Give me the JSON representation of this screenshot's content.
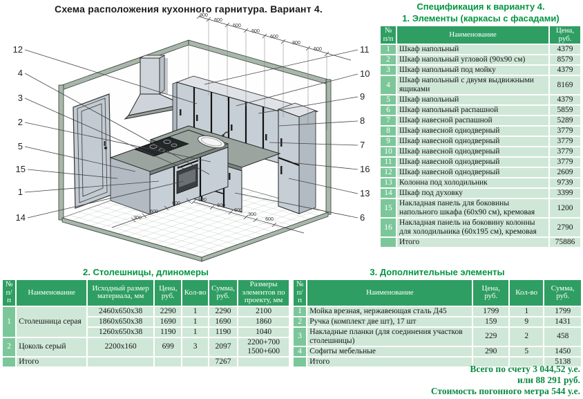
{
  "diagram": {
    "title": "Схема расположения кухонного гарнитура. Вариант 4.",
    "callouts_left": [
      "12",
      "4",
      "3",
      "2",
      "5",
      "15",
      "1",
      "14"
    ],
    "callouts_right": [
      "11",
      "10",
      "9",
      "8",
      "7",
      "16",
      "13",
      "6"
    ],
    "dims_top": [
      "300",
      "600",
      "600",
      "600",
      "600",
      "800",
      "600"
    ],
    "dims_bottom_left": [
      "600",
      "600",
      "300"
    ],
    "dims_bottom_right": [
      "600",
      "600",
      "500",
      "300",
      "600"
    ]
  },
  "spec_table": {
    "title_line1": "Спецификация к варианту 4.",
    "title_line2": "1. Элементы (каркасы с фасадами)",
    "col_num": "№ п/п",
    "col_name": "Наименование",
    "col_price": "Цена, руб.",
    "rows": [
      {
        "num": "1",
        "name": "Шкаф напольный",
        "price": "4379"
      },
      {
        "num": "2",
        "name": "Шкаф напольный угловой (90x90 см)",
        "price": "8579"
      },
      {
        "num": "3",
        "name": "Шкаф напольный под мойку",
        "price": "4379"
      },
      {
        "num": "4",
        "name": "Шкаф напольный с двумя выдвижными ящиками",
        "price": "8169"
      },
      {
        "num": "5",
        "name": "Шкаф напольный",
        "price": "4379"
      },
      {
        "num": "6",
        "name": "Шкаф напольный распашной",
        "price": "5859"
      },
      {
        "num": "7",
        "name": "Шкаф навесной распашной",
        "price": "5289"
      },
      {
        "num": "8",
        "name": "Шкаф навесной однодверный",
        "price": "3779"
      },
      {
        "num": "9",
        "name": "Шкаф навесной однодверный",
        "price": "3779"
      },
      {
        "num": "10",
        "name": "Шкаф навесной однодверный",
        "price": "3779"
      },
      {
        "num": "11",
        "name": "Шкаф навесной однодверный",
        "price": "3779"
      },
      {
        "num": "12",
        "name": "Шкаф навесной однодверный",
        "price": "2609"
      },
      {
        "num": "13",
        "name": "Колонна под холодильник",
        "price": "9739"
      },
      {
        "num": "14",
        "name": "Шкаф под духовку",
        "price": "3399"
      },
      {
        "num": "15",
        "name": "Накладная панель для боковины напольного шкафа (60x90 см), кремовая",
        "price": "1200"
      },
      {
        "num": "16",
        "name": "Накладная панель на боковину колонны для холодильника (60x195 см), кремовая",
        "price": "2790"
      }
    ],
    "total_label": "Итого",
    "total_value": "75886"
  },
  "table2": {
    "title": "2. Столешницы, длиномеры",
    "col_num": "№ п/п",
    "col_name": "Наименование",
    "col_size": "Исходный размер материала, мм",
    "col_price": "Цена, руб.",
    "col_qty": "Кол-во",
    "col_sum": "Сумма, руб.",
    "col_proj": "Размеры элементов по проекту, мм",
    "item1": {
      "num": "1",
      "name": "Столешница серая",
      "lines": [
        {
          "size": "2460x650x38",
          "price": "2290",
          "qty": "1",
          "sum": "2290",
          "proj": "2100"
        },
        {
          "size": "1860x650x38",
          "price": "1690",
          "qty": "1",
          "sum": "1690",
          "proj": "1860"
        },
        {
          "size": "1260x650x38",
          "price": "1190",
          "qty": "1",
          "sum": "1190",
          "proj": "1040"
        }
      ]
    },
    "item2": {
      "num": "2",
      "name": "Цоколь серый",
      "size": "2200x160",
      "price": "699",
      "qty": "3",
      "sum": "2097",
      "proj1": "2200+700",
      "proj2": "1500+600"
    },
    "total_label": "Итого",
    "total_sum": "7267"
  },
  "table3": {
    "title": "3. Дополнительные элементы",
    "col_num": "№ п/п",
    "col_name": "Наименование",
    "col_price": "Цена, руб.",
    "col_qty": "Кол-во",
    "col_sum": "Сумма, руб.",
    "rows": [
      {
        "num": "1",
        "name": "Мойка врезная, нержавеющая сталь Д45",
        "price": "1799",
        "qty": "1",
        "sum": "1799"
      },
      {
        "num": "2",
        "name": "Ручка (комплект две шт), 17 шт",
        "price": "159",
        "qty": "9",
        "sum": "1431"
      },
      {
        "num": "3",
        "name": "Накладные планки (для соединения участков столешницы)",
        "price": "229",
        "qty": "2",
        "sum": "458"
      },
      {
        "num": "4",
        "name": "Софиты мебельные",
        "price": "290",
        "qty": "5",
        "sum": "1450"
      }
    ],
    "total_label": "Итого",
    "total_sum": "5138"
  },
  "totals": {
    "line1": "Всего по счету 3 044,52 у.е.",
    "line2": "или 88 291 руб.",
    "line3": "Стоимость погонного метра 544 у.е."
  },
  "colors": {
    "title_green": "#009540",
    "header_green": "#2f9e62",
    "row_green": "#cfe7d7",
    "num_cell_green": "#7cc79a",
    "totals_green": "#0b8a42"
  }
}
